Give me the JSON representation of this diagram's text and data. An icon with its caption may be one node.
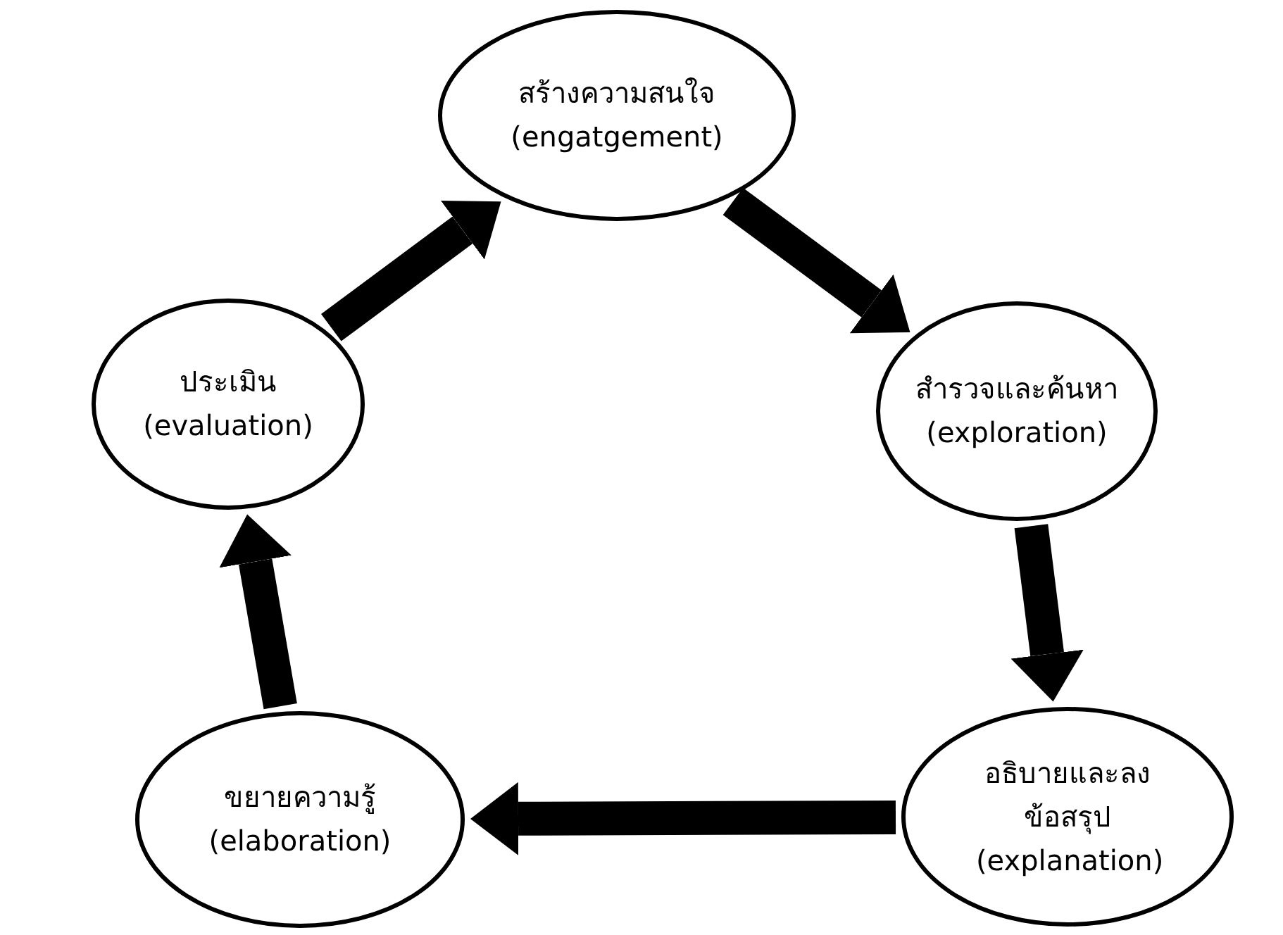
{
  "diagram": {
    "nodes": [
      {
        "text": [
          "สร้างความสนใจ",
          "(engatgement)"
        ]
      },
      {
        "text": [
          "สำรวจและค้นหา",
          "(exploration)"
        ]
      },
      {
        "text": [
          "อธิบายและลงข้อสรุป",
          "(explanation)"
        ]
      },
      {
        "text": [
          "ขยายความรู้",
          "(elaboration)"
        ]
      },
      {
        "text": [
          "ประเมิน",
          "(evaluation)"
        ]
      }
    ],
    "edges": [
      {
        "from": 0,
        "to": 1,
        "arrow": "to"
      },
      {
        "from": 1,
        "to": 2,
        "arrow": "to"
      },
      {
        "from": 2,
        "to": 3,
        "arrow": "to"
      },
      {
        "from": 3,
        "to": 4,
        "arrow": "to"
      },
      {
        "from": 4,
        "to": 0,
        "arrow": "to"
      }
    ]
  }
}
